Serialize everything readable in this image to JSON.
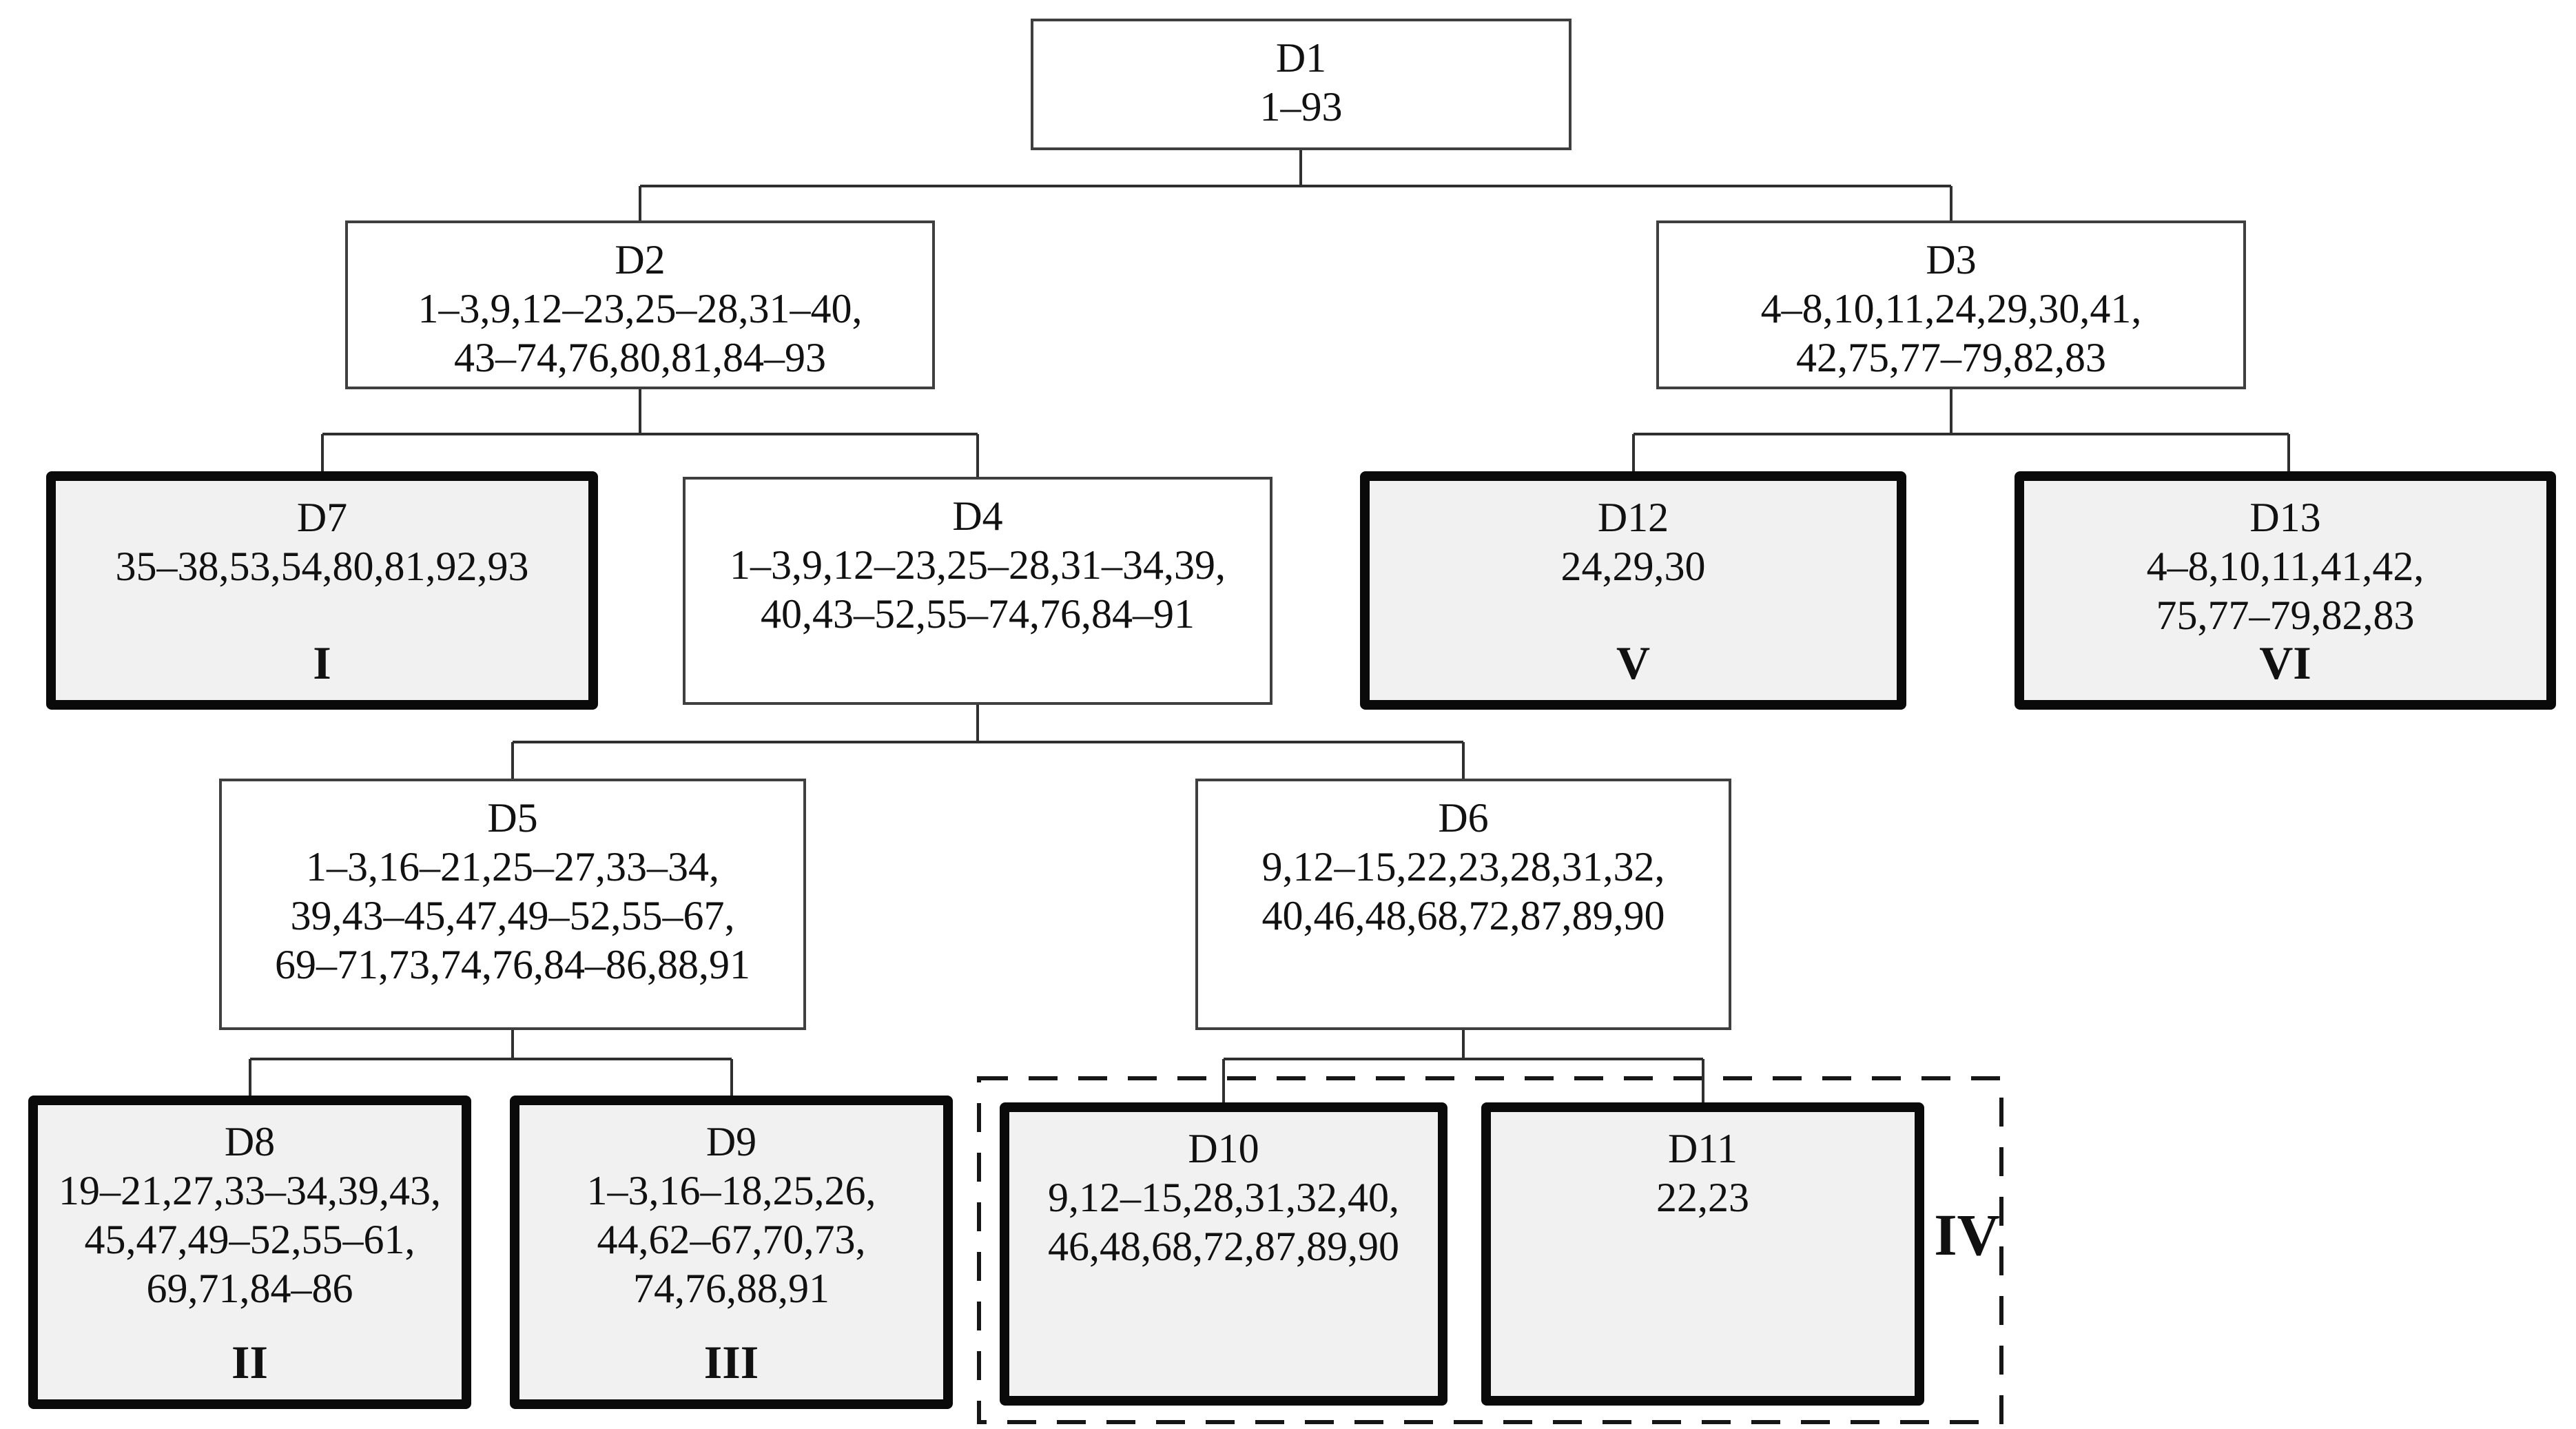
{
  "colors": {
    "shaded_fill": "#f1f1f1",
    "thick_border": "#0a0a0a",
    "thin_border": "#3f3f3f",
    "connector": "#2f2f2f"
  },
  "nodes": [
    {
      "id": "D1",
      "label": "D1",
      "lines": [
        "1–93"
      ]
    },
    {
      "id": "D2",
      "label": "D2",
      "lines": [
        "1–3,9,12–23,25–28,31–40,",
        "43–74,76,80,81,84–93"
      ]
    },
    {
      "id": "D3",
      "label": "D3",
      "lines": [
        "4–8,10,11,24,29,30,41,",
        "42,75,77–79,82,83"
      ]
    },
    {
      "id": "D7",
      "label": "D7",
      "lines": [
        "35–38,53,54,80,81,92,93"
      ],
      "numeral": "I"
    },
    {
      "id": "D4",
      "label": "D4",
      "lines": [
        "1–3,9,12–23,25–28,31–34,39,",
        "40,43–52,55–74,76,84–91"
      ]
    },
    {
      "id": "D12",
      "label": "D12",
      "lines": [
        "24,29,30"
      ],
      "numeral": "V"
    },
    {
      "id": "D13",
      "label": "D13",
      "lines": [
        "4–8,10,11,41,42,",
        "75,77–79,82,83"
      ],
      "numeral": "VI"
    },
    {
      "id": "D5",
      "label": "D5",
      "lines": [
        "1–3,16–21,25–27,33–34,",
        "39,43–45,47,49–52,55–67,",
        "69–71,73,74,76,84–86,88,91"
      ]
    },
    {
      "id": "D6",
      "label": "D6",
      "lines": [
        "9,12–15,22,23,28,31,32,",
        "40,46,48,68,72,87,89,90"
      ]
    },
    {
      "id": "D8",
      "label": "D8",
      "lines": [
        "19–21,27,33–34,39,43,",
        "45,47,49–52,55–61,",
        "69,71,84–86"
      ],
      "numeral": "II"
    },
    {
      "id": "D9",
      "label": "D9",
      "lines": [
        "1–3,16–18,25,26,",
        "44,62–67,70,73,",
        "74,76,88,91"
      ],
      "numeral": "III"
    },
    {
      "id": "D10",
      "label": "D10",
      "lines": [
        "9,12–15,28,31,32,40,",
        "46,48,68,72,87,89,90"
      ]
    },
    {
      "id": "D11",
      "label": "D11",
      "lines": [
        "22,23"
      ]
    }
  ],
  "group": {
    "numeral": "IV",
    "members": [
      "D10",
      "D11"
    ]
  },
  "edges": [
    [
      "D1",
      "D2"
    ],
    [
      "D1",
      "D3"
    ],
    [
      "D2",
      "D7"
    ],
    [
      "D2",
      "D4"
    ],
    [
      "D3",
      "D12"
    ],
    [
      "D3",
      "D13"
    ],
    [
      "D4",
      "D5"
    ],
    [
      "D4",
      "D6"
    ],
    [
      "D5",
      "D8"
    ],
    [
      "D5",
      "D9"
    ],
    [
      "D6",
      "D10"
    ],
    [
      "D6",
      "D11"
    ]
  ]
}
